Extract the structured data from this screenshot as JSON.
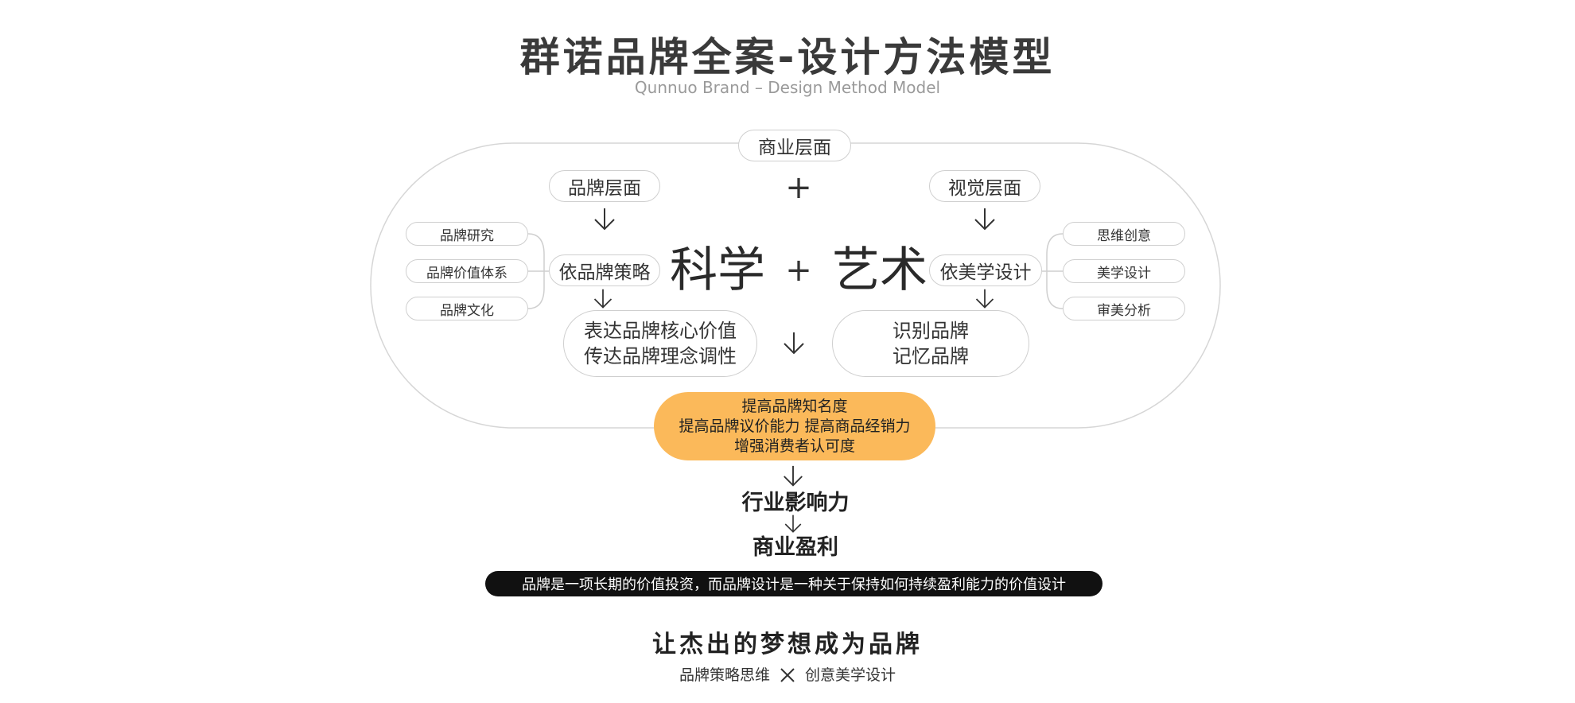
{
  "header": {
    "title": "群诺品牌全案-设计方法模型",
    "subtitle": "Qunnuo Brand – Design Method Model"
  },
  "diagram": {
    "business_layer": "商业层面",
    "brand_layer": "品牌层面",
    "visual_layer": "视觉层面",
    "top_plus": "+",
    "science": "科学",
    "middle_plus": "+",
    "art": "艺术",
    "left_strategy": "依品牌策略",
    "right_design": "依美学设计",
    "left_items": [
      "品牌研究",
      "品牌价值体系",
      "品牌文化"
    ],
    "right_items": [
      "思维创意",
      "美学设计",
      "审美分析"
    ],
    "left_result": [
      "表达品牌核心价值",
      "传达品牌理念调性"
    ],
    "right_result": [
      "识别品牌",
      "记忆品牌"
    ],
    "highlight": [
      "提高品牌知名度",
      "提高品牌议价能力  提高商品经销力",
      "增强消费者认可度"
    ],
    "industry_influence": "行业影响力",
    "business_profit": "商业盈利",
    "slogan": "品牌是一项长期的价值投资，而品牌设计是一种关于保持如何持续盈利能力的价值设计"
  },
  "footer": {
    "tagline": "让杰出的梦想成为品牌",
    "left_phrase": "品牌策略思维",
    "right_phrase": "创意美学设计"
  },
  "colors": {
    "highlight": "#fbb95a",
    "outline": "#cfcfcf",
    "slogan_bg": "#111111"
  },
  "icons": [
    "arrow-down-icon",
    "cross-icon"
  ]
}
